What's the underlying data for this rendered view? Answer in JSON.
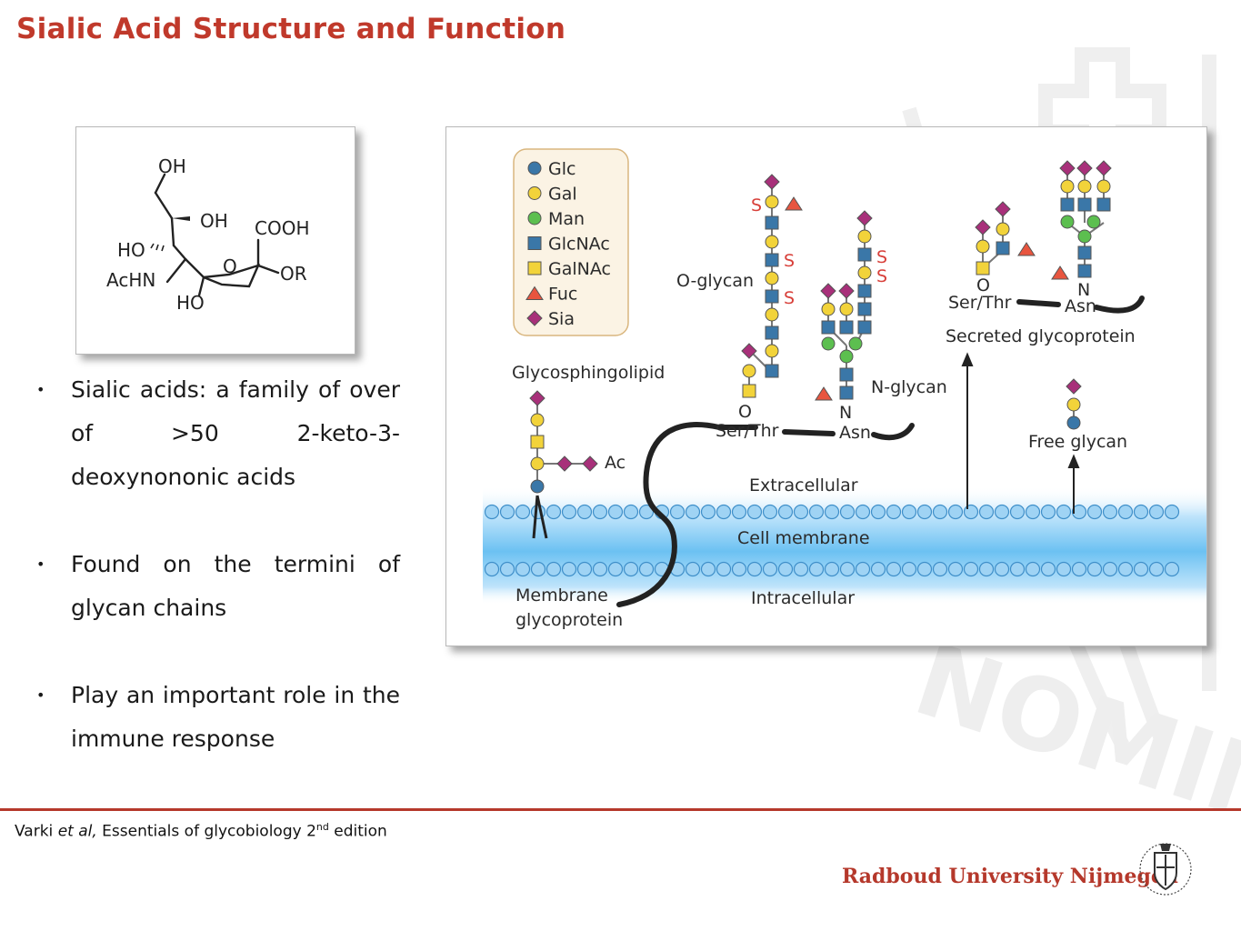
{
  "slide": {
    "title": "Sialic Acid Structure and Function"
  },
  "structure": {
    "labels": [
      "OH",
      "OH",
      "COOH",
      "HO",
      "O",
      "OR",
      "AcHN",
      "HO"
    ]
  },
  "diagram": {
    "legend": [
      {
        "name": "Glc",
        "shape": "circle",
        "color": "#3a77a8"
      },
      {
        "name": "Gal",
        "shape": "circle",
        "color": "#f2d33a"
      },
      {
        "name": "Man",
        "shape": "circle",
        "color": "#5cbf4f"
      },
      {
        "name": "GlcNAc",
        "shape": "square",
        "color": "#3a77a8"
      },
      {
        "name": "GalNAc",
        "shape": "square",
        "color": "#f2d33a"
      },
      {
        "name": "Fuc",
        "shape": "triangle",
        "color": "#e8553f"
      },
      {
        "name": "Sia",
        "shape": "diamond",
        "color": "#a8307a"
      }
    ],
    "labels": {
      "o_glycan": "O-glycan",
      "n_glycan": "N-glycan",
      "glycosphingolipid": "Glycosphingolipid",
      "ac": "Ac",
      "o1": "O",
      "ser_thr1": "Ser/Thr",
      "n1": "N",
      "asn1": "Asn",
      "o2": "O",
      "ser_thr2": "Ser/Thr",
      "n2": "N",
      "asn2": "Asn",
      "secreted": "Secreted glycoprotein",
      "free": "Free glycan",
      "extracellular": "Extracellular",
      "cell_membrane": "Cell membrane",
      "intracellular": "Intracellular",
      "membrane_gp_1": "Membrane",
      "membrane_gp_2": "glycoprotein",
      "s": "S"
    }
  },
  "bullets": [
    "Sialic acids: a family of over of >50 2-keto-3-deoxynononic acids",
    "Found on the termini of glycan chains",
    "Play an important role in the immune response"
  ],
  "citation": {
    "author": "Varki ",
    "etal": "et al,",
    "text": " Essentials of glycobiology 2",
    "sup": "nd",
    "suffix": " edition"
  },
  "footer": {
    "university": "Radboud University Nijmegen"
  },
  "colors": {
    "accent": "#b5382b",
    "title": "#c0392b"
  }
}
